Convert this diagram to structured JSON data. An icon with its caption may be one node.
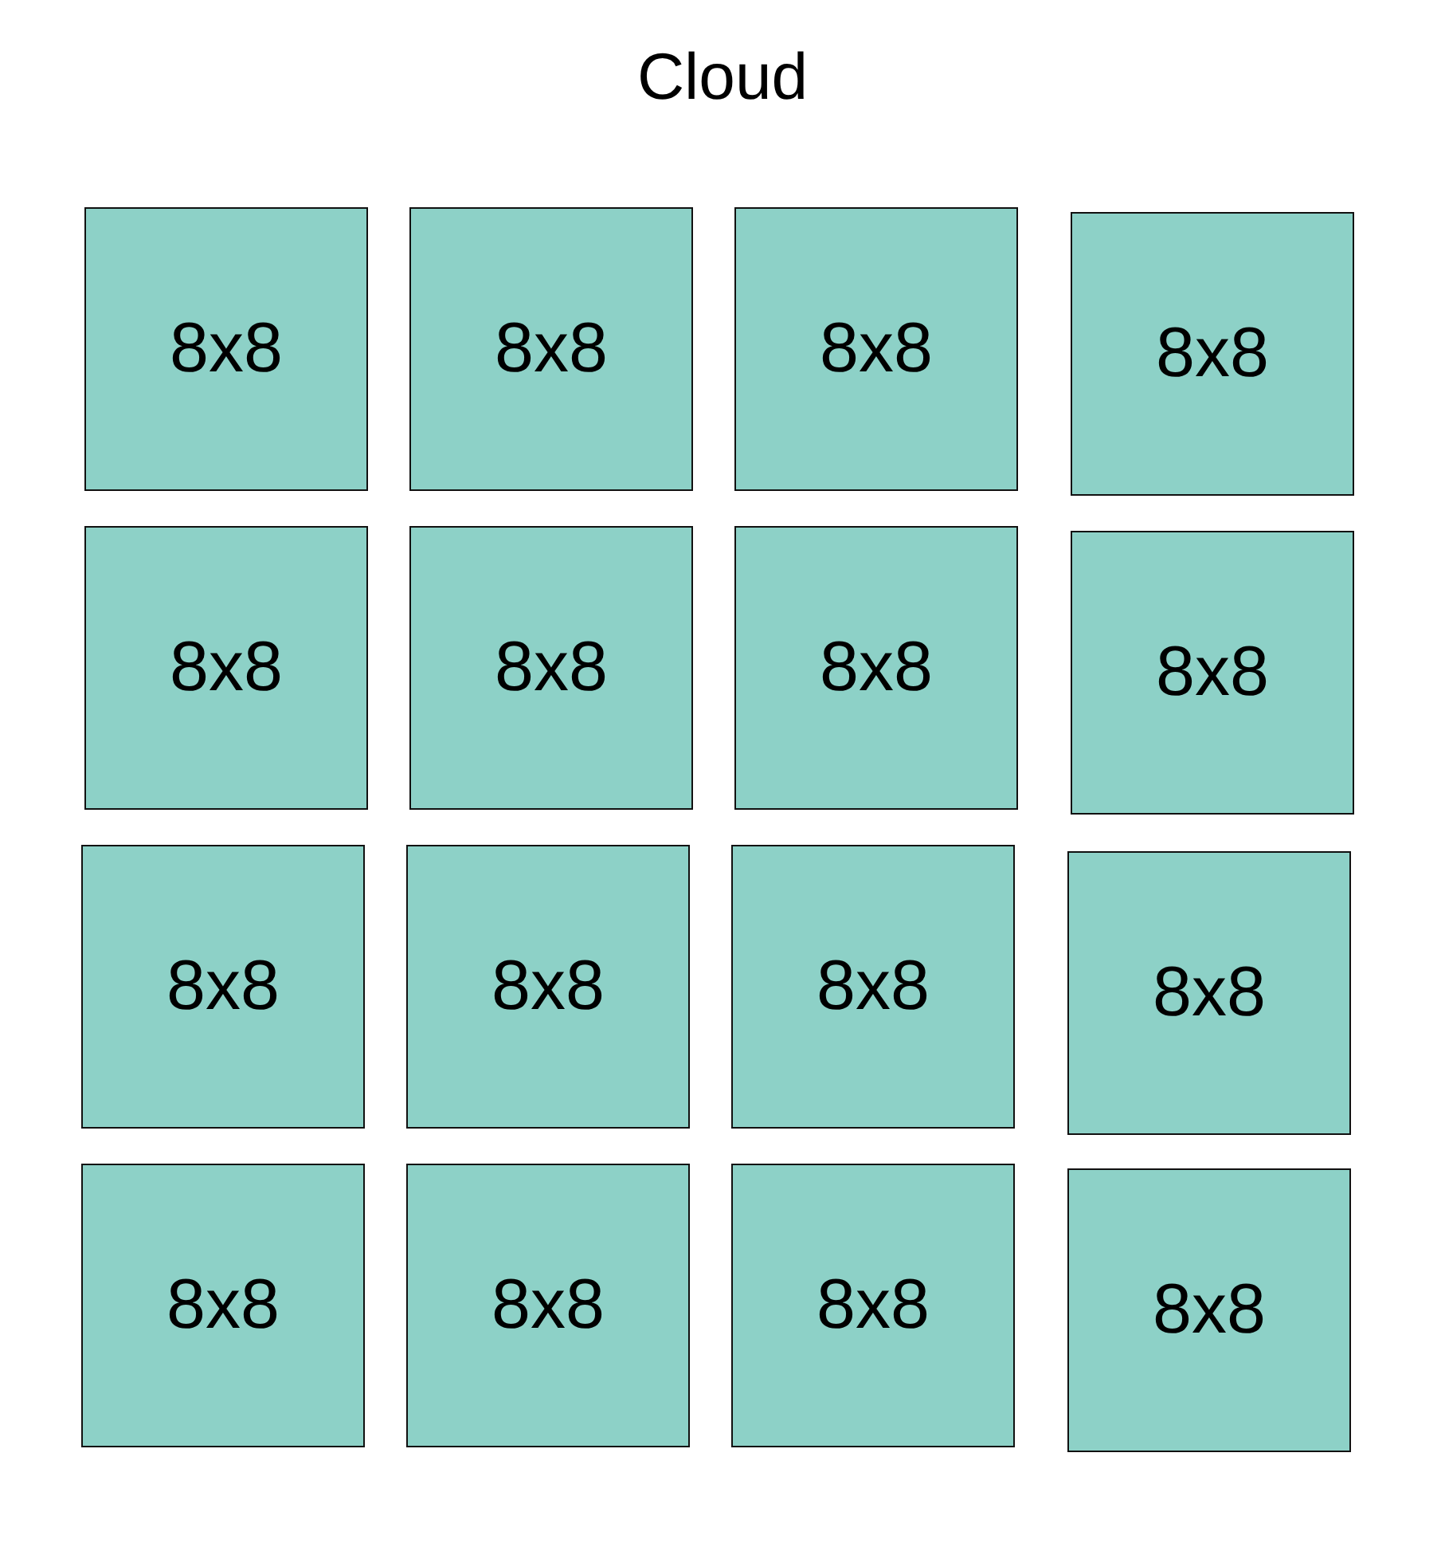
{
  "diagram": {
    "title": "Cloud",
    "nodes": [
      {
        "text": [
          "8x8"
        ]
      },
      {
        "text": [
          "8x8"
        ]
      },
      {
        "text": [
          "8x8"
        ]
      },
      {
        "text": [
          "8x8"
        ]
      },
      {
        "text": [
          "8x8"
        ]
      },
      {
        "text": [
          "8x8"
        ]
      },
      {
        "text": [
          "8x8"
        ]
      },
      {
        "text": [
          "8x8"
        ]
      },
      {
        "text": [
          "8x8"
        ]
      },
      {
        "text": [
          "8x8"
        ]
      },
      {
        "text": [
          "8x8"
        ]
      },
      {
        "text": [
          "8x8"
        ]
      },
      {
        "text": [
          "8x8"
        ]
      },
      {
        "text": [
          "8x8"
        ]
      },
      {
        "text": [
          "8x8"
        ]
      },
      {
        "text": [
          "8x8"
        ]
      }
    ]
  }
}
